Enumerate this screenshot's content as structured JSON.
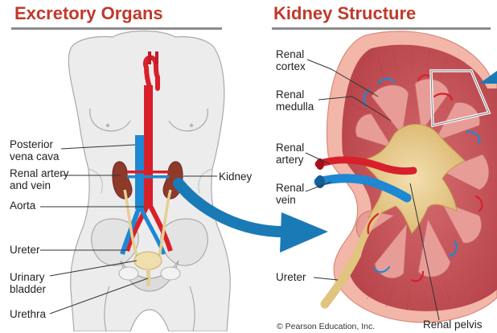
{
  "headings": {
    "left": "Excretory Organs",
    "right": "Kidney Structure"
  },
  "labels_left": {
    "posterior_vena_cava_1": "Posterior",
    "posterior_vena_cava_2": "vena cava",
    "renal_artery_vein_1": "Renal artery",
    "renal_artery_vein_2": "and vein",
    "aorta": "Aorta",
    "kidney": "Kidney",
    "ureter": "Ureter",
    "urinary_bladder_1": "Urinary",
    "urinary_bladder_2": "bladder",
    "urethra": "Urethra"
  },
  "labels_right": {
    "renal_cortex_1": "Renal",
    "renal_cortex_2": "cortex",
    "renal_medulla_1": "Renal",
    "renal_medulla_2": "medulla",
    "renal_artery_1": "Renal",
    "renal_artery_2": "artery",
    "renal_vein_1": "Renal",
    "renal_vein_2": "vein",
    "ureter": "Ureter",
    "renal_pelvis": "Renal pelvis"
  },
  "credit": "© Pearson Education, Inc.",
  "colors": {
    "heading": "#c0392b",
    "artery": "#d8202b",
    "vein": "#1e88d2",
    "ureter": "#e6cf95",
    "kidney_tissue": "#c8555a",
    "cortex_outer": "#f2b7a8",
    "pelvis": "#e8c98a",
    "arrow": "#1a7ab5"
  }
}
